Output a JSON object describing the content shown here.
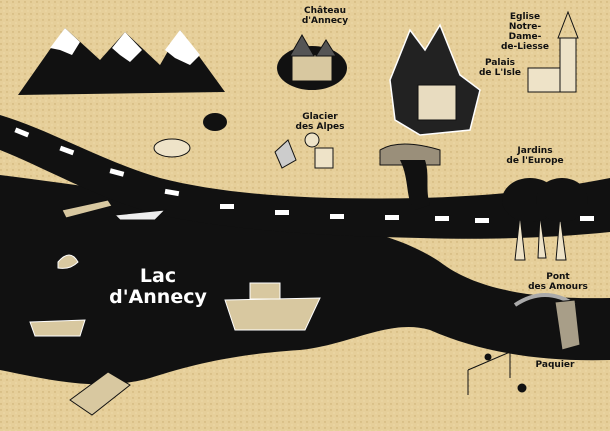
{
  "title": "Lac d'Annecy",
  "colors": {
    "paper": "#e6cf9a",
    "ink": "#111111",
    "road_dash": "#ffffff"
  },
  "labels": {
    "chateau": "Château\nd'Annecy",
    "glacier": "Glacier\ndes Alpes",
    "palais": "Palais\nde L'Isle",
    "eglise": "Eglise\nNotre-Dame-\nde-Liesse",
    "jardins": "Jardins\nde l'Europe",
    "pont": "Pont\ndes Amours",
    "paquier": "Paquier",
    "lac": "Lac\nd'Annecy"
  }
}
